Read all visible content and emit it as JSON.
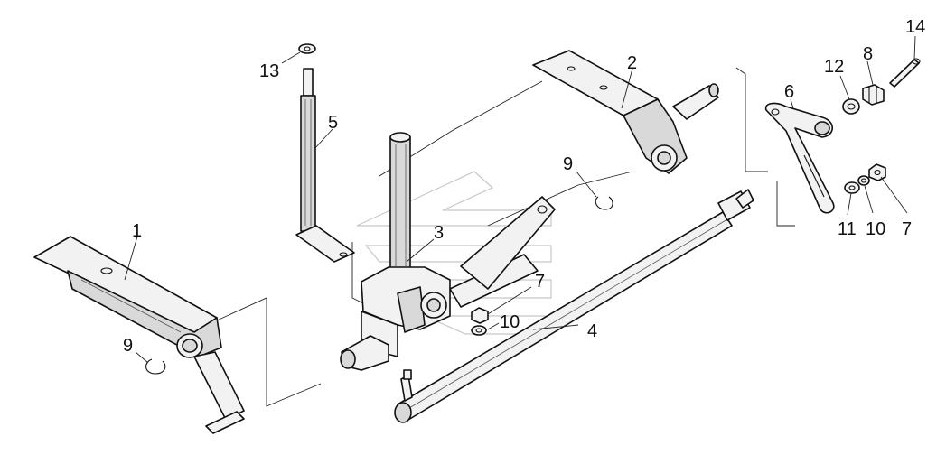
{
  "callouts": {
    "c1": "1",
    "c2": "2",
    "c3": "3",
    "c4": "4",
    "c5": "5",
    "c6": "6",
    "c7a": "7",
    "c7b": "7",
    "c8": "8",
    "c9a": "9",
    "c9b": "9",
    "c10a": "10",
    "c10b": "10",
    "c11": "11",
    "c12": "12",
    "c13": "13",
    "c14": "14"
  }
}
